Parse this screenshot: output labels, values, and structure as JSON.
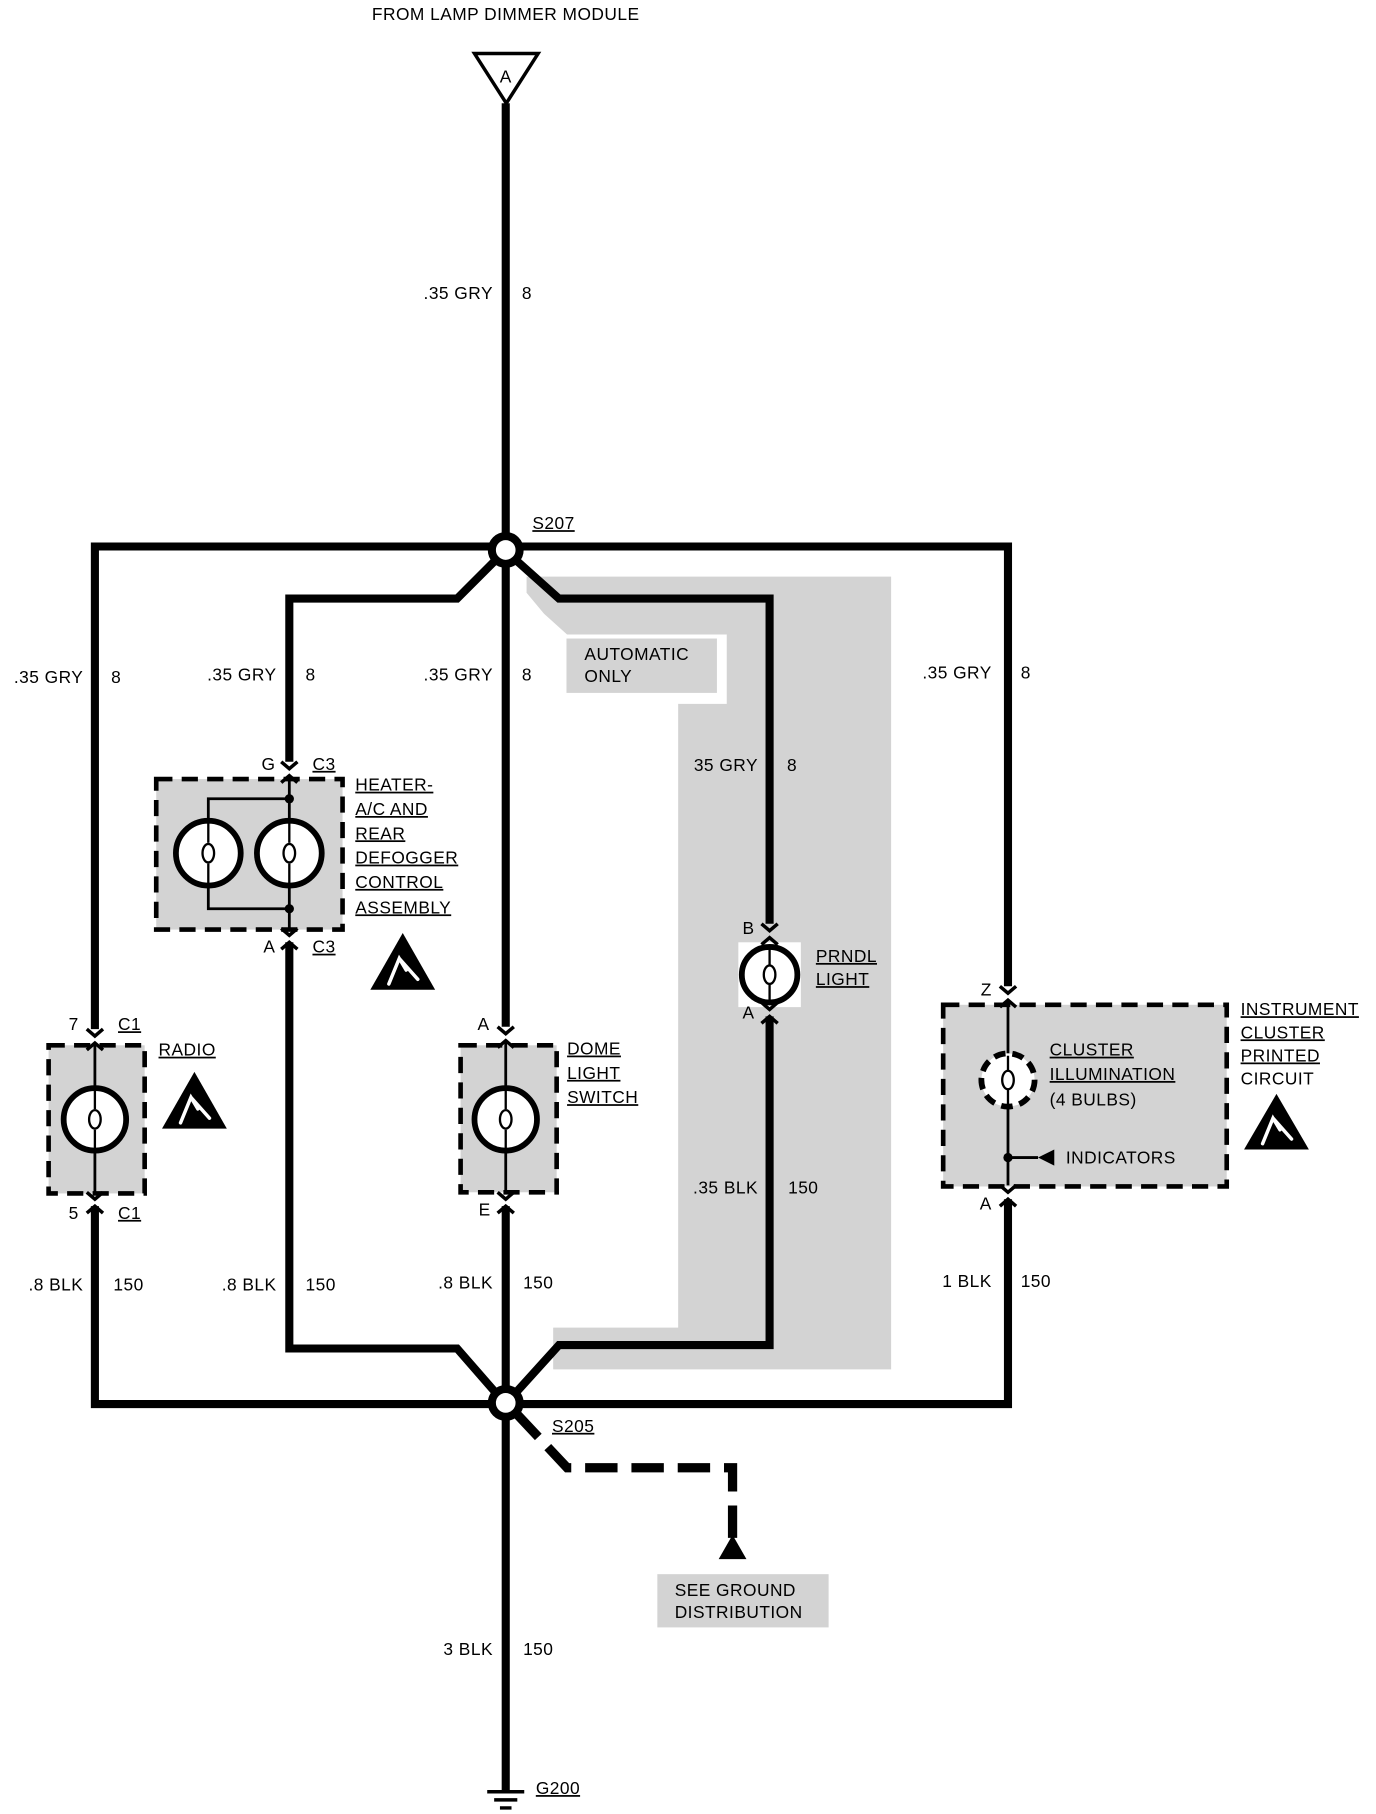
{
  "source": {
    "label": "FROM LAMP DIMMER MODULE",
    "connector": "A"
  },
  "splices": {
    "upper": "S207",
    "lower": "S205"
  },
  "wires": {
    "feed": {
      "size_color": ".35 GRY",
      "circuit": "8"
    },
    "radio_feed": {
      "size_color": ".35 GRY",
      "circuit": "8"
    },
    "heater_feed": {
      "size_color": ".35 GRY",
      "circuit": "8"
    },
    "dome_feed": {
      "size_color": ".35 GRY",
      "circuit": "8"
    },
    "prndl_feed": {
      "size_color": "35 GRY",
      "circuit": "8"
    },
    "cluster_feed": {
      "size_color": ".35 GRY",
      "circuit": "8"
    },
    "radio_ground": {
      "size_color": ".8 BLK",
      "circuit": "150"
    },
    "heater_ground": {
      "size_color": ".8 BLK",
      "circuit": "150"
    },
    "dome_ground": {
      "size_color": ".8 BLK",
      "circuit": "150"
    },
    "prndl_ground": {
      "size_color": ".35 BLK",
      "circuit": "150"
    },
    "cluster_ground": {
      "size_color": "1 BLK",
      "circuit": "150"
    },
    "main_ground": {
      "size_color": "3 BLK",
      "circuit": "150"
    }
  },
  "automatic_only": {
    "lines": [
      "AUTOMATIC",
      "ONLY"
    ]
  },
  "components": {
    "heater": {
      "name_lines": [
        "HEATER-",
        "A/C AND",
        "REAR",
        "DEFOGGER",
        "CONTROL",
        "ASSEMBLY"
      ],
      "pin_top": "G",
      "conn_top": "C3",
      "pin_bottom": "A",
      "conn_bottom": "C3"
    },
    "radio": {
      "name": "RADIO",
      "pin_top": "7",
      "conn_top": "C1",
      "pin_bottom": "5",
      "conn_bottom": "C1"
    },
    "dome": {
      "name_lines": [
        "DOME",
        "LIGHT",
        "SWITCH"
      ],
      "pin_top": "A",
      "pin_bottom": "E"
    },
    "prndl": {
      "name_lines": [
        "PRNDL",
        "LIGHT"
      ],
      "pin_top": "B",
      "pin_bottom": "A"
    },
    "cluster": {
      "name_lines": [
        "INSTRUMENT",
        "CLUSTER",
        "PRINTED",
        "CIRCUIT"
      ],
      "inner_lines": [
        "CLUSTER",
        "ILLUMINATION",
        "(4 BULBS)"
      ],
      "indicators": "INDICATORS",
      "pin_top": "Z",
      "pin_bottom": "A"
    }
  },
  "ground": {
    "see_lines": [
      "SEE GROUND",
      "DISTRIBUTION"
    ],
    "id": "G200"
  },
  "icons": {
    "esd": "esd-warning-icon",
    "ground": "ground-icon",
    "bulb": "bulb-icon"
  },
  "colors": {
    "wire": "#000000",
    "shading": "#d3d3d3",
    "background": "#ffffff"
  }
}
